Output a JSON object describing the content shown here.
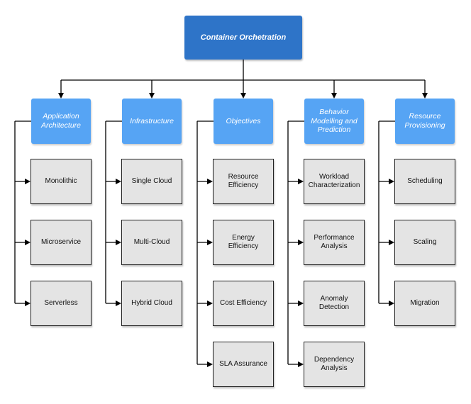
{
  "root": {
    "label": "Container Orchetration"
  },
  "categories": [
    {
      "id": "application-architecture",
      "label": "Application\nArchitecture",
      "children": [
        "Monolithic",
        "Microservice",
        "Serverless"
      ]
    },
    {
      "id": "infrastructure",
      "label": "Infrastructure",
      "children": [
        "Single Cloud",
        "Multi-Cloud",
        "Hybrid Cloud"
      ]
    },
    {
      "id": "objectives",
      "label": "Objectives",
      "children": [
        "Resource\nEfficiency",
        "Energy Efficiency",
        "Cost Efficiency",
        "SLA Assurance"
      ]
    },
    {
      "id": "behavior-modelling",
      "label": "Behavior\nModelling and\nPrediction",
      "children": [
        "Workload\nCharacterization",
        "Performance\nAnalysis",
        "Anomaly\nDetection",
        "Dependency\nAnalysis"
      ]
    },
    {
      "id": "resource-provisioning",
      "label": "Resource\nProvisioning",
      "children": [
        "Scheduling",
        "Scaling",
        "Migration"
      ]
    }
  ],
  "colors": {
    "root": "#2e74c8",
    "category": "#56a4f4",
    "leaf": "#e4e4e4",
    "line": "#000000"
  }
}
